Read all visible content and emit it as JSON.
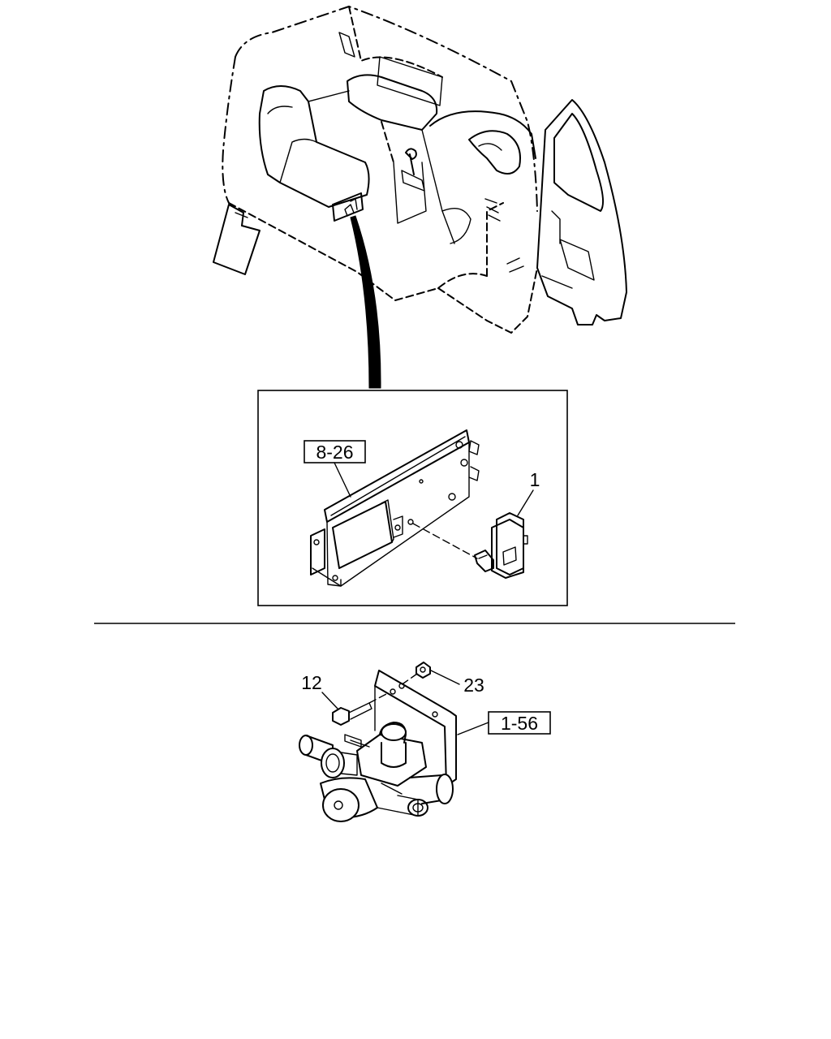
{
  "callouts": {
    "ref_8_26": "8-26",
    "part_1": "1",
    "part_12": "12",
    "part_23": "23",
    "ref_1_56": "1-56"
  }
}
